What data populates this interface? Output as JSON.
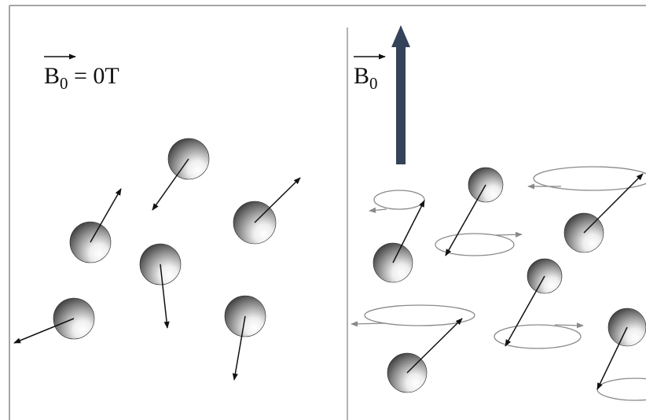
{
  "left_panel": {
    "label_base": "B",
    "label_subscript": "0",
    "label_suffix": " = 0T"
  },
  "right_panel": {
    "label_base": "B",
    "label_subscript": "0"
  },
  "colors": {
    "field_arrow": "#34425a",
    "spin_vector": "#111111",
    "precession_ring": "#8a8a8a",
    "frame": "#888888",
    "divider": "#666666"
  }
}
